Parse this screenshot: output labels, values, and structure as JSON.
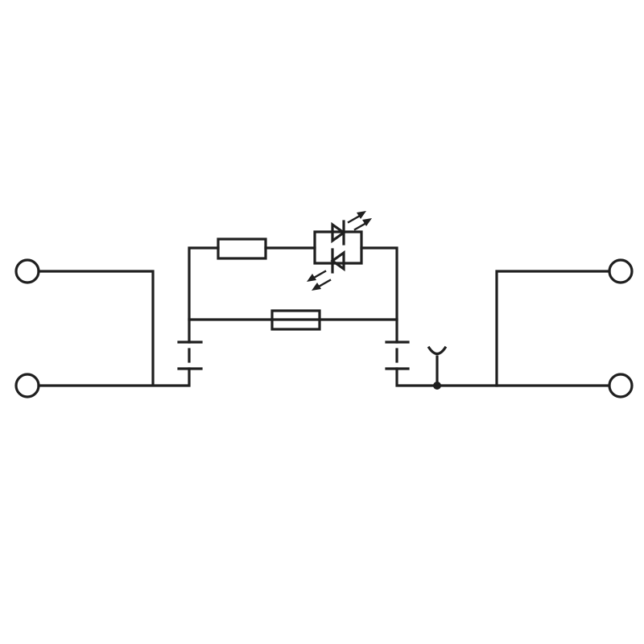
{
  "diagram": {
    "type": "circuit-schematic",
    "colors": {
      "line": "#1f1f1f",
      "background": "#ffffff"
    },
    "components": [
      {
        "kind": "terminal",
        "side": "left",
        "count": 2
      },
      {
        "kind": "resistor"
      },
      {
        "kind": "bidirectional-led-pair"
      },
      {
        "kind": "fuse"
      },
      {
        "kind": "disconnect-contact",
        "count": 2
      },
      {
        "kind": "test-socket"
      },
      {
        "kind": "terminal",
        "side": "right",
        "count": 2
      }
    ]
  }
}
